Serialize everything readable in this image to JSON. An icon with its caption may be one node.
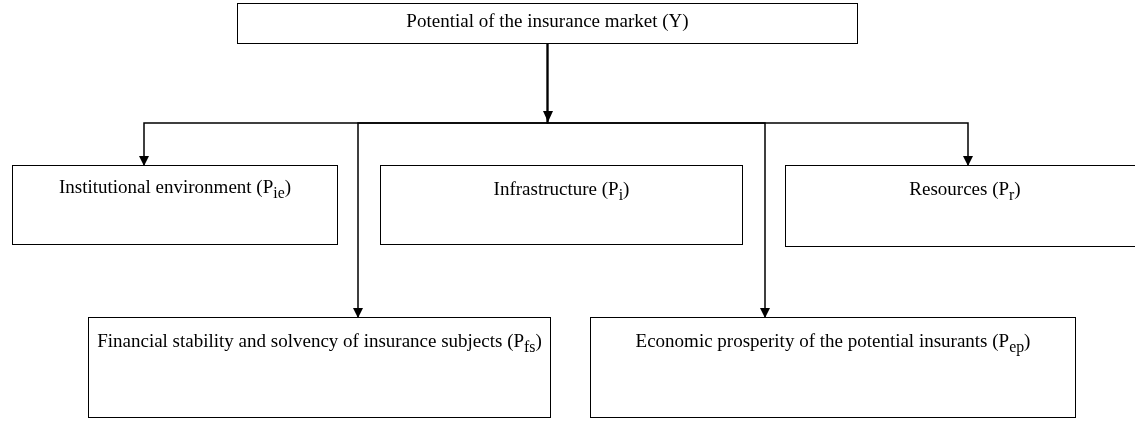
{
  "diagram": {
    "nodes": [
      {
        "text": [
          "Potential of the insurance market (Y)"
        ]
      },
      {
        "text": [
          "Institutional environment (P$_{ie}$)"
        ]
      },
      {
        "text": [
          "Infrastructure (P$_{i}$)"
        ]
      },
      {
        "text": [
          "Resources (P$_{r}$)"
        ]
      },
      {
        "text": [
          "Financial stability and solvency of insurance subjects (P$_{fs}$)"
        ]
      },
      {
        "text": [
          "Economic prosperity of the potential insurants (P$_{ep}$)"
        ]
      }
    ],
    "edges": [
      {
        "from": 0,
        "to": 1,
        "arrow": "to"
      },
      {
        "from": 0,
        "to": 4,
        "arrow": "to"
      },
      {
        "from": 0,
        "to": 5,
        "arrow": "to"
      },
      {
        "from": 0,
        "to": 3,
        "arrow": "to"
      }
    ]
  }
}
